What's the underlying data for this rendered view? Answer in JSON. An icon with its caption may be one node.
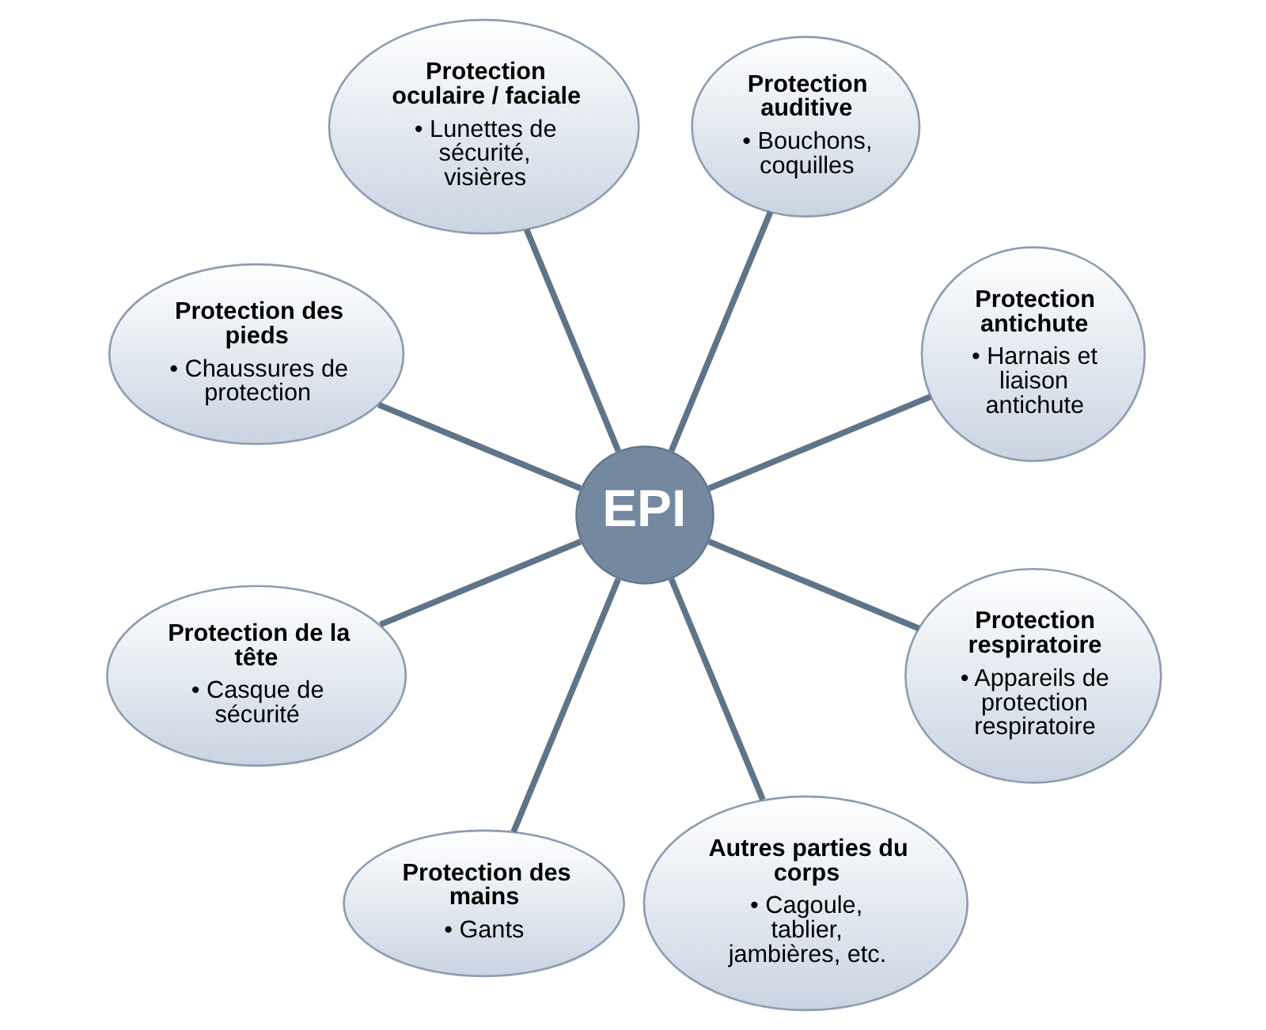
{
  "diagram": {
    "nodes": [
      {
        "text": [
          "EPI"
        ]
      },
      {
        "text": [
          "Protection antichute",
          "• Harnais et liaison antichute"
        ]
      },
      {
        "text": [
          "Protection auditive",
          "• Bouchons, coquilles"
        ]
      },
      {
        "text": [
          "Protection oculaire / faciale",
          "• Lunettes de sécurité, visières"
        ]
      },
      {
        "text": [
          "Protection des pieds",
          "• Chaussures de protection"
        ]
      },
      {
        "text": [
          "Protection de la tête",
          "• Casque de sécurité"
        ]
      },
      {
        "text": [
          "Protection des mains",
          "• Gants"
        ]
      },
      {
        "text": [
          "Autres parties du corps",
          "• Cagoule, tablier, jambières, etc."
        ]
      },
      {
        "text": [
          "Protection respiratoire",
          "• Appareils de protection respiratoire"
        ]
      }
    ],
    "edges": [
      {
        "from": 0,
        "to": 1,
        "arrow": "none"
      },
      {
        "from": 0,
        "to": 2,
        "arrow": "none"
      },
      {
        "from": 0,
        "to": 3,
        "arrow": "none"
      },
      {
        "from": 0,
        "to": 4,
        "arrow": "none"
      },
      {
        "from": 0,
        "to": 5,
        "arrow": "none"
      },
      {
        "from": 0,
        "to": 6,
        "arrow": "none"
      },
      {
        "from": 0,
        "to": 7,
        "arrow": "none"
      },
      {
        "from": 0,
        "to": 8,
        "arrow": "none"
      }
    ]
  }
}
